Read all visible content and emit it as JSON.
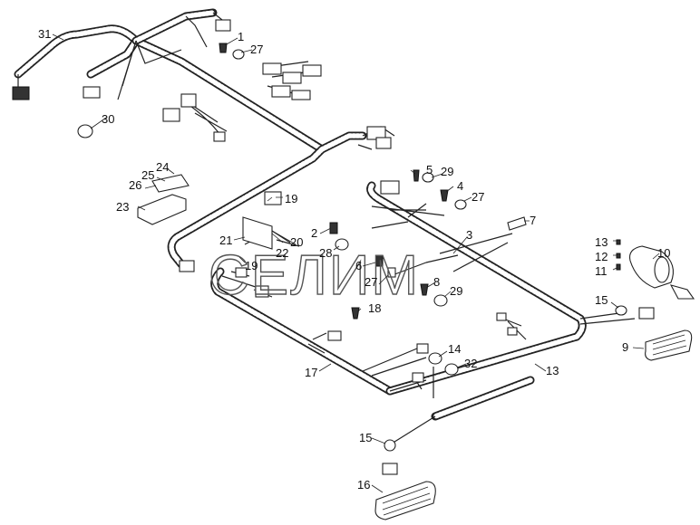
{
  "diagram": {
    "watermark": "СЕЛИМ",
    "callouts": [
      {
        "id": "c1",
        "text": "1"
      },
      {
        "id": "c2",
        "text": "2"
      },
      {
        "id": "c3",
        "text": "3"
      },
      {
        "id": "c4",
        "text": "4"
      },
      {
        "id": "c5",
        "text": "5"
      },
      {
        "id": "c6",
        "text": "6"
      },
      {
        "id": "c7",
        "text": "7"
      },
      {
        "id": "c8",
        "text": "8"
      },
      {
        "id": "c9",
        "text": "9"
      },
      {
        "id": "c10",
        "text": "10"
      },
      {
        "id": "c11",
        "text": "11"
      },
      {
        "id": "c12",
        "text": "12"
      },
      {
        "id": "c13a",
        "text": "13"
      },
      {
        "id": "c13b",
        "text": "13"
      },
      {
        "id": "c14",
        "text": "14"
      },
      {
        "id": "c15a",
        "text": "15"
      },
      {
        "id": "c15b",
        "text": "15"
      },
      {
        "id": "c16",
        "text": "16"
      },
      {
        "id": "c17",
        "text": "17"
      },
      {
        "id": "c18",
        "text": "18"
      },
      {
        "id": "c19a",
        "text": "19"
      },
      {
        "id": "c19b",
        "text": "19"
      },
      {
        "id": "c20",
        "text": "20"
      },
      {
        "id": "c21",
        "text": "21"
      },
      {
        "id": "c22",
        "text": "22"
      },
      {
        "id": "c23",
        "text": "23"
      },
      {
        "id": "c24",
        "text": "24"
      },
      {
        "id": "c25",
        "text": "25"
      },
      {
        "id": "c26",
        "text": "26"
      },
      {
        "id": "c27a",
        "text": "27"
      },
      {
        "id": "c27b",
        "text": "27"
      },
      {
        "id": "c27c",
        "text": "27"
      },
      {
        "id": "c28",
        "text": "28"
      },
      {
        "id": "c29a",
        "text": "29"
      },
      {
        "id": "c29b",
        "text": "29"
      },
      {
        "id": "c30",
        "text": "30"
      },
      {
        "id": "c31",
        "text": "31"
      },
      {
        "id": "c32",
        "text": "32"
      }
    ]
  }
}
